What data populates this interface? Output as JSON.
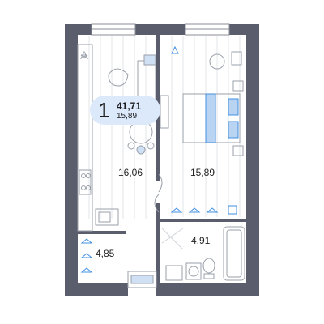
{
  "apartment": {
    "rooms": "1",
    "total_area": "41,71",
    "living_area": "15,89"
  },
  "rooms": {
    "kitchen_area": "16,06",
    "bedroom_area": "15,89",
    "hall_area": "4,85",
    "bathroom_area": "4,91"
  },
  "colors": {
    "wall": "#5a5e6c",
    "accent": "#3f8fe0",
    "badge": "#dce9fb",
    "furniture": "#9aa0aa"
  }
}
